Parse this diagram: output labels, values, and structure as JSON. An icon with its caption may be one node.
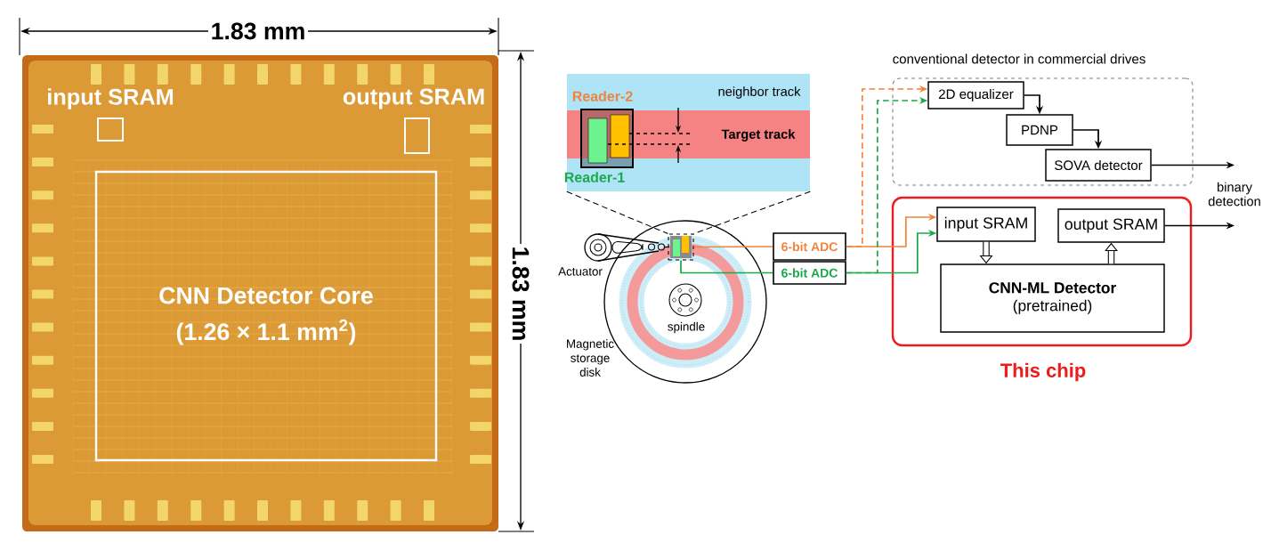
{
  "diagram": {
    "nodes": [
      {
        "text": [
          "input SRAM"
        ]
      },
      {
        "text": [
          "output SRAM"
        ]
      },
      {
        "text": [
          "CNN Detector Core",
          "(1.26 × 1.1 mm$^{2}$)"
        ]
      },
      {
        "text": [],
        "shape": "box"
      },
      {
        "text": [
          "6-bit ADC"
        ]
      },
      {
        "text": [
          "6-bit ADC"
        ]
      },
      {
        "text": [
          "conventional detector in commercial drives"
        ]
      },
      {
        "text": [
          "2D equalizer"
        ],
        "in": 6
      },
      {
        "text": [
          "PDNP"
        ],
        "in": 6
      },
      {
        "text": [
          "SOVA detector"
        ],
        "in": 6
      },
      {
        "text": [
          "This chip"
        ]
      },
      {
        "text": [
          "input SRAM"
        ],
        "in": 10
      },
      {
        "text": [
          "output SRAM"
        ],
        "in": 10
      },
      {
        "text": [
          "CNN-ML Detector",
          "(pretrained)"
        ],
        "in": 10
      },
      {
        "text": [
          "binary detection"
        ]
      },
      {
        "text": [],
        "shape": "picture"
      }
    ],
    "edges": [
      {
        "from": 3,
        "to": 4,
        "arrow": "none",
        "color": "#f0843c"
      },
      {
        "from": 3,
        "to": 5,
        "arrow": "none",
        "color": "#1aaa4a"
      },
      {
        "from": 4,
        "to": 11,
        "arrow": "to",
        "color": "#f0843c"
      },
      {
        "from": 5,
        "to": 11,
        "arrow": "to",
        "color": "#1aaa4a"
      },
      {
        "from": 4,
        "to": 7,
        "arrow": "to",
        "style": "dashed",
        "color": "#f0843c"
      },
      {
        "from": 5,
        "to": 7,
        "arrow": "to",
        "style": "dashed",
        "color": "#1aaa4a"
      },
      {
        "from": 7,
        "to": 8,
        "arrow": "to"
      },
      {
        "from": 8,
        "to": 9,
        "arrow": "to"
      },
      {
        "from": 9,
        "to": 14,
        "arrow": "to"
      },
      {
        "from": 12,
        "to": 14,
        "arrow": "to"
      },
      {
        "from": 11,
        "to": 13,
        "arrow": "to",
        "style": "thick"
      },
      {
        "from": 13,
        "to": 12,
        "arrow": "to",
        "style": "thick"
      },
      {
        "from": 15,
        "to": 3,
        "arrow": "none",
        "style": "dashed"
      },
      {
        "from": 15,
        "to": 3,
        "arrow": "none",
        "style": "dashed"
      }
    ],
    "labels": [
      "1.83 mm",
      "1.83 mm",
      "Reader-2",
      "neighbor track",
      "Target track",
      "Reader-1",
      "Actuator",
      "spindle",
      "Magnetic storage disk"
    ]
  }
}
